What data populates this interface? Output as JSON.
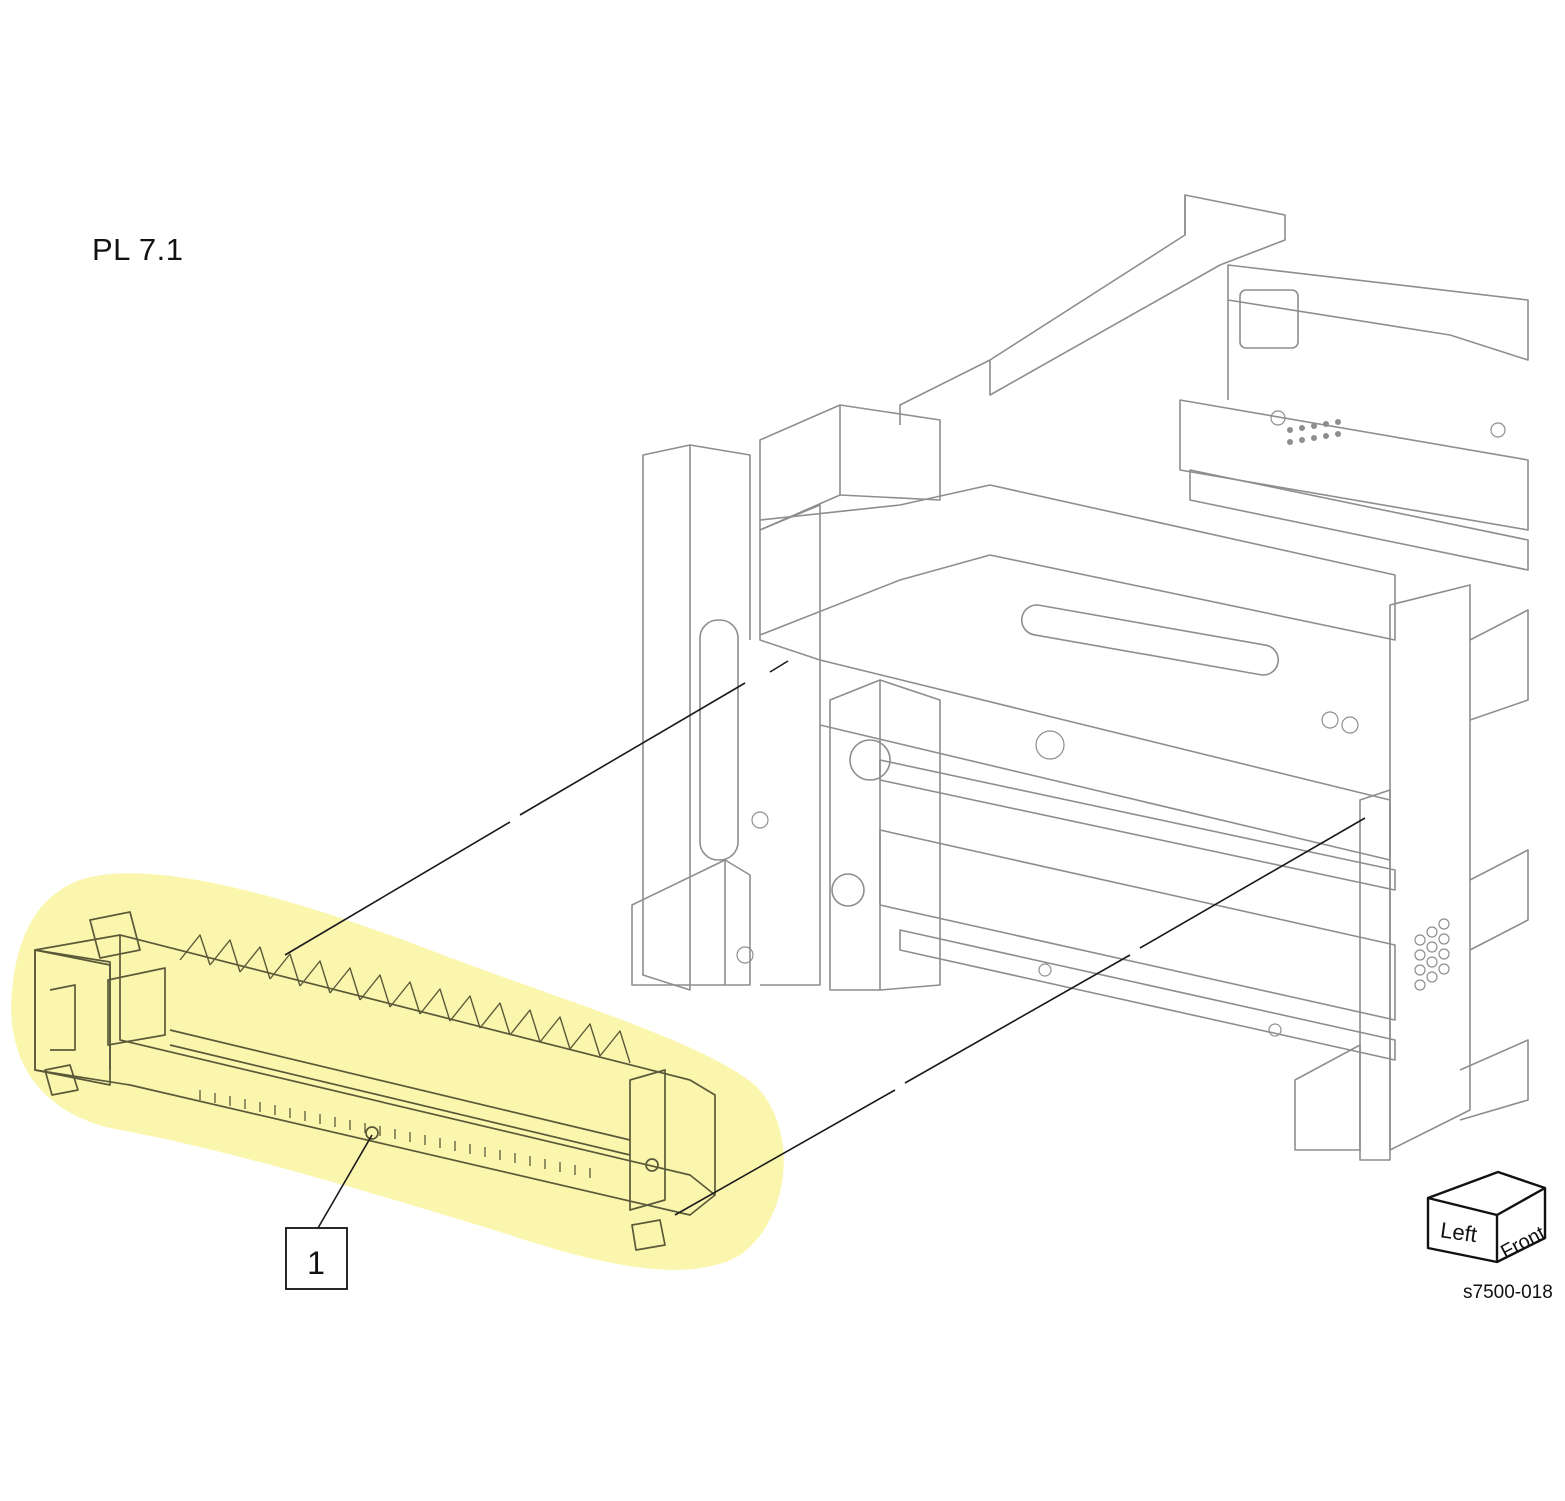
{
  "page": {
    "parts_list_label": "PL 7.1",
    "figure_id": "s7500-018"
  },
  "callouts": [
    {
      "number": "1"
    }
  ],
  "orientation_cube": {
    "left_face": "Left",
    "front_face": "Front"
  },
  "colors": {
    "highlight": "#fbf6a9",
    "line": "#1a1a1a",
    "frame_line": "#8e8e8e",
    "part_line": "#5a5a3a"
  }
}
